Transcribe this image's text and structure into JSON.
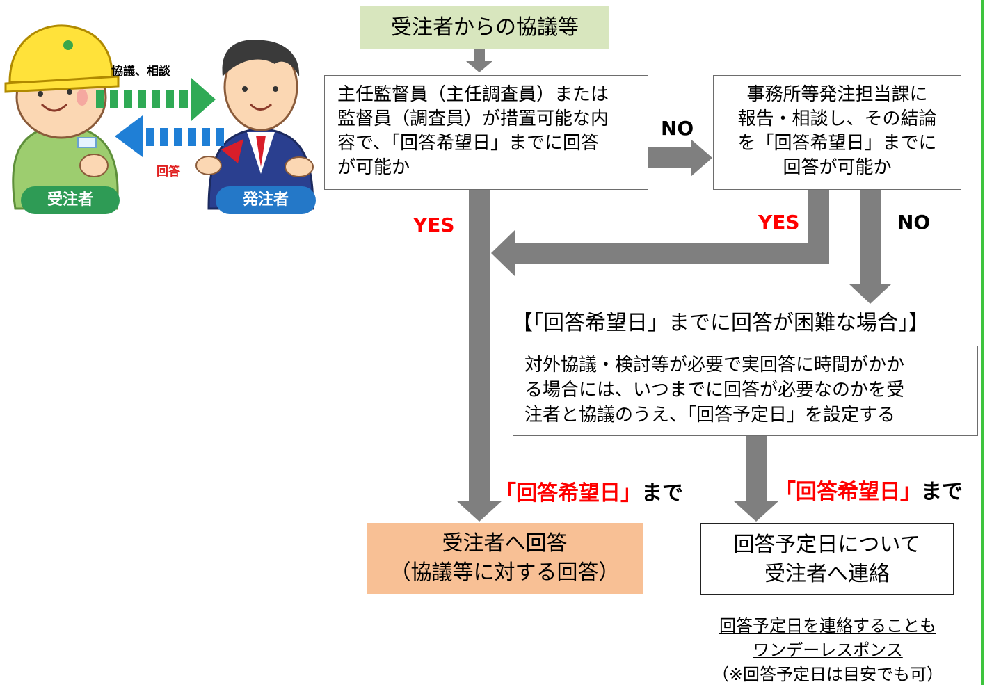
{
  "illustration": {
    "consult_label": "協議、相談",
    "reply_label": "回答",
    "contractor_label": "受注者",
    "client_label": "発注者"
  },
  "flow": {
    "start": "受注者からの協議等",
    "q1_lines": [
      "主任監督員（主任調査員）または",
      "監督員（調査員）が措置可能な内",
      "容で、「回答希望日」までに回答",
      "が可能か"
    ],
    "q2_lines": [
      "事務所等発注担当課に",
      "報告・相談し、その結論",
      "を「回答希望日」までに",
      "回答が可能か"
    ],
    "no_label_1": "NO",
    "yes_label_1": "YES",
    "yes_label_2": "YES",
    "no_label_2": "NO",
    "difficult_title": "【「回答希望日」までに回答が困難な場合」】",
    "q3_lines": [
      "対外協議・検討等が必要で実回答に時間がかか",
      "る場合には、いつまでに回答が必要なのかを受",
      "注者と協議のうえ、「回答予定日」を設定する"
    ],
    "deadline_left_red": "「回答希望日」",
    "deadline_left_black": "まで",
    "deadline_right_red": "「回答希望日」",
    "deadline_right_black": "まで",
    "answer_lines": [
      "受注者へ回答",
      "（協議等に対する回答）"
    ],
    "schedule_lines": [
      "回答予定日について",
      "受注者へ連絡"
    ],
    "note_lines": [
      "回答予定日を連絡することも",
      "ワンデーレスポンス",
      "（※回答予定日は目安でも可）"
    ]
  },
  "colors": {
    "arrow_gray": "#7f7f7f",
    "start_box": "#d8e6be",
    "answer_box": "#f8c095",
    "accent_red": "#ff0000",
    "edge_green": "#3ec43e",
    "contractor_green": "#2e9b55",
    "client_blue": "#2478c8"
  }
}
